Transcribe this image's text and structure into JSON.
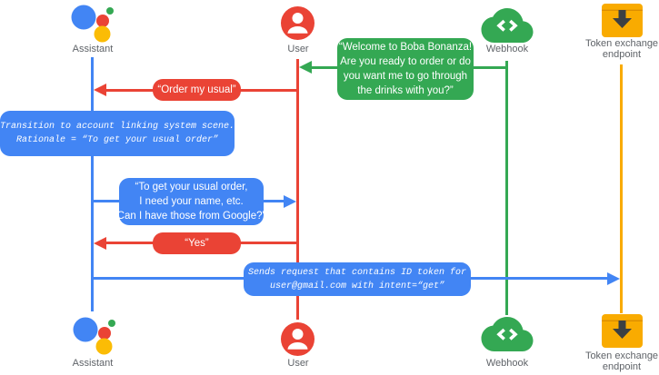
{
  "colors": {
    "blue": "#4285F4",
    "red": "#EA4335",
    "green": "#34A853",
    "yellow": "#F9AB00",
    "label_gray": "#5F6368"
  },
  "actors": {
    "assistant": {
      "label": "Assistant"
    },
    "user": {
      "label": "User"
    },
    "webhook": {
      "label": "Webhook"
    },
    "token_endpoint": {
      "label_lines": [
        "Token exchange",
        "endpoint"
      ]
    }
  },
  "messages": {
    "welcome": {
      "from": "webhook",
      "to": "user",
      "lines": [
        "“Welcome to Boba Bonanza!",
        "Are you ready to order or do",
        "you want me to go through",
        "the drinks with you?”"
      ]
    },
    "order_usual": {
      "from": "user",
      "to": "assistant",
      "text": "“Order my usual”"
    },
    "transition_note": {
      "lines": [
        "Transition to account linking system scene.",
        "Rationale = “To get your usual order”"
      ]
    },
    "ask_google_info": {
      "from": "assistant",
      "to": "user",
      "lines": [
        "“To get your usual order,",
        "I need your name, etc.",
        "Can I have those from Google?”"
      ]
    },
    "yes": {
      "from": "user",
      "to": "assistant",
      "text": "“Yes”"
    },
    "send_request": {
      "from": "assistant",
      "to": "token_endpoint",
      "lines": [
        "Sends request that contains ID token for",
        "user@gmail.com with intent=“get”"
      ]
    }
  }
}
